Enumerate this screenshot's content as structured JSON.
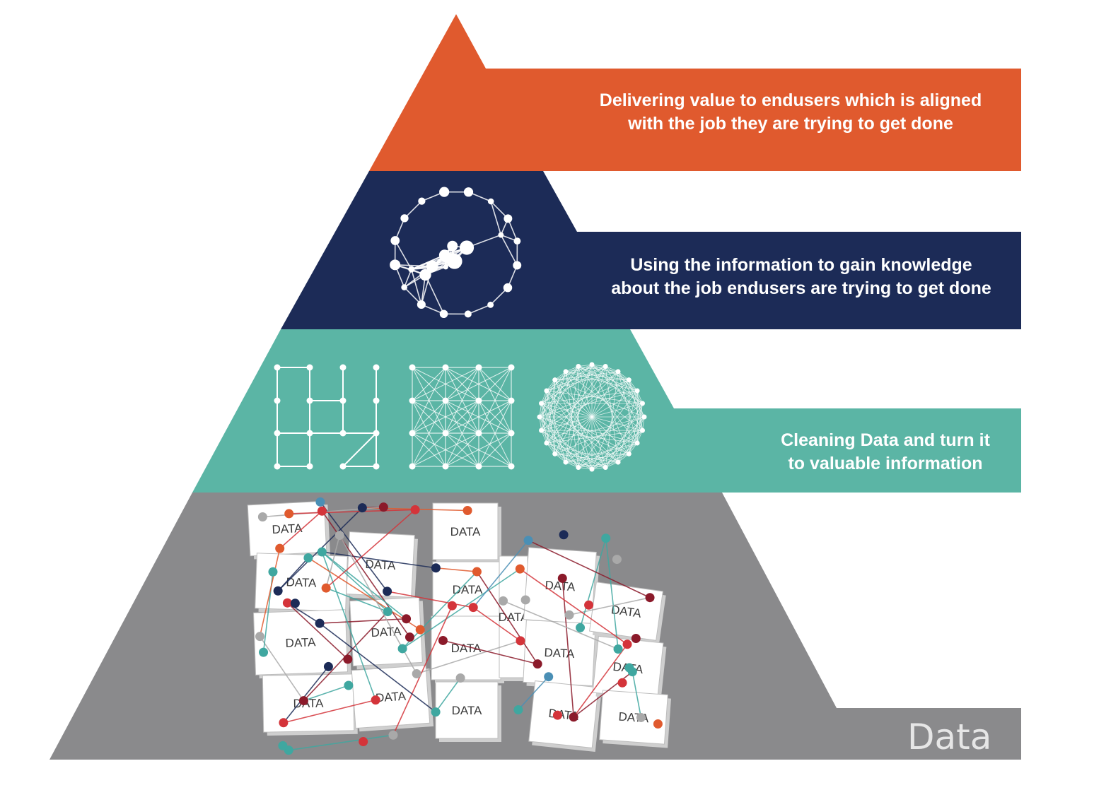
{
  "pyramid": {
    "levels": [
      {
        "id": "value",
        "color": "#e05a2e",
        "lines": [
          "Delivering value to endusers which is aligned",
          "with the job they are trying to get done"
        ]
      },
      {
        "id": "knowledge",
        "color": "#1c2b57",
        "lines": [
          "Using the information to gain knowledge",
          "about the job endusers are trying to get done"
        ]
      },
      {
        "id": "information",
        "color": "#5bb5a5",
        "lines": [
          "Cleaning Data and turn it",
          "to valuable information"
        ]
      },
      {
        "id": "data",
        "color": "#8a8a8c",
        "word": "Data",
        "box_label": "DATA"
      }
    ]
  },
  "icons": {
    "knowledge": "network-sphere-icon",
    "information": [
      "grid-network-icon",
      "dense-grid-network-icon",
      "mesh-sphere-icon"
    ],
    "data": "data-cubes-network-icon"
  },
  "colors": {
    "node_colors": [
      "#d4343a",
      "#1c2b57",
      "#e05a2e",
      "#3fa7a0",
      "#4a8fb5",
      "#a9a9a9",
      "#8b1a2a"
    ]
  }
}
